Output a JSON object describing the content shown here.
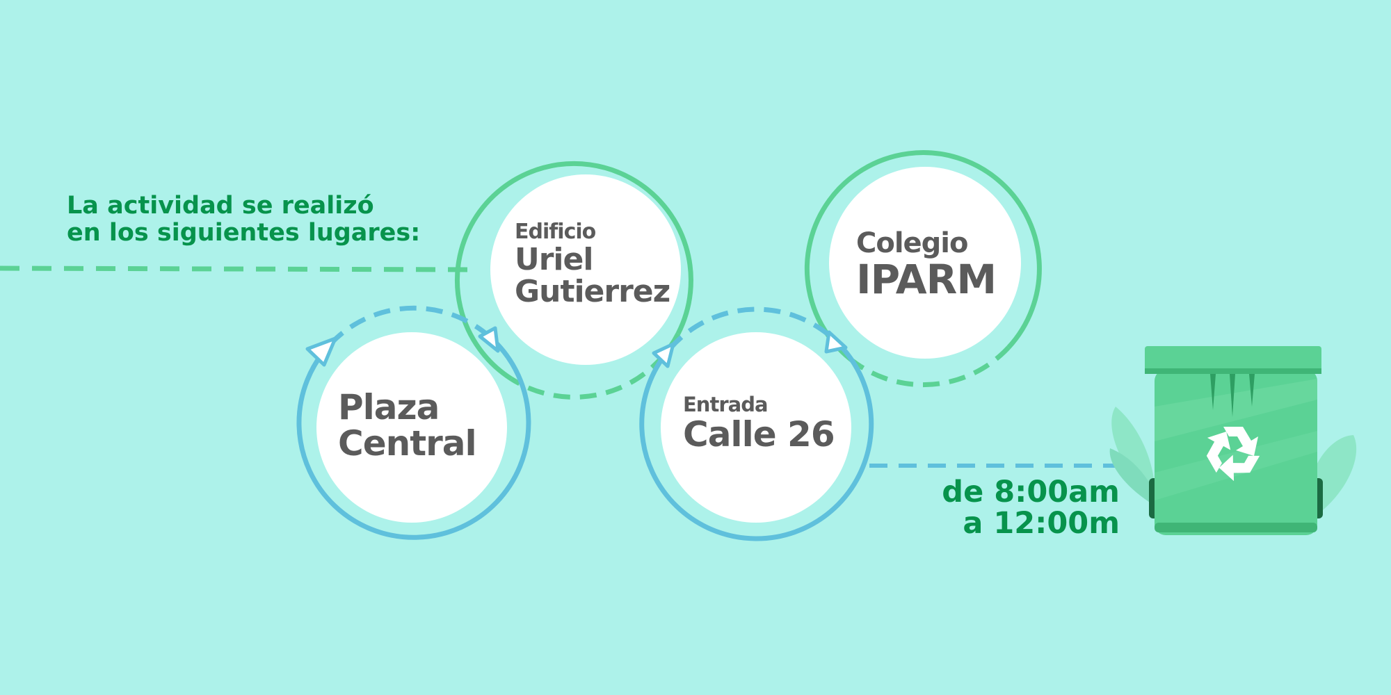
{
  "intro": {
    "line1": "La actividad se realizó",
    "line2": "en los siguientes lugares:"
  },
  "places": [
    {
      "small": "Edificio",
      "line1": "Uriel",
      "line2": "Gutierrez"
    },
    {
      "small": "Colegio",
      "line1": "IPARM"
    },
    {
      "line1": "Plaza",
      "line2": "Central"
    },
    {
      "small": "Entrada",
      "line1": "Calle 26"
    }
  ],
  "schedule": {
    "line1": "de 8:00am",
    "line2": "a 12:00m"
  },
  "colors": {
    "background": "#adf2ea",
    "green": "#5bd295",
    "blue": "#5fc0dc",
    "text_green": "#07934c",
    "text_gray": "#5b5b5b"
  },
  "icons": [
    "recycle-bin-icon",
    "recycle-symbol-icon",
    "leaf-icon"
  ]
}
